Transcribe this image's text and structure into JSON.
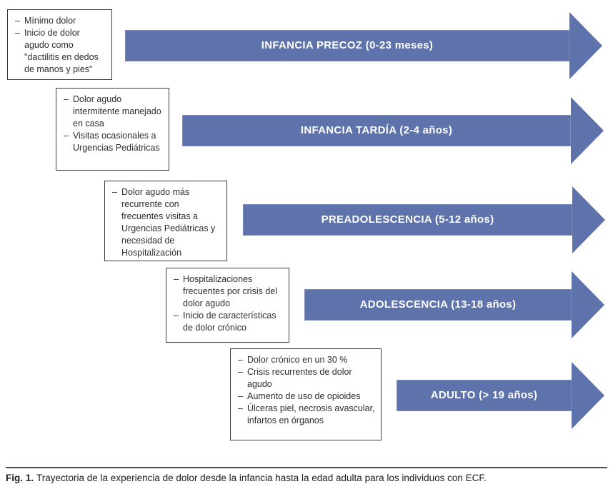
{
  "colors": {
    "arrow_fill": "#5e72ab",
    "arrow_text": "#ffffff",
    "box_border": "#3a3a3a",
    "box_text": "#2e2e2e",
    "rule_color": "#4d4d4d"
  },
  "stages": [
    {
      "id": "infancia-precoz",
      "label": "INFANCIA PRECOZ (0-23 meses)",
      "notes": [
        "Mínimo dolor",
        "Inicio de dolor agudo como \"dactilitis en dedos de manos y pies\""
      ]
    },
    {
      "id": "infancia-tardia",
      "label": "INFANCIA TARDÍA (2-4 años)",
      "notes": [
        "Dolor agudo intermitente manejado en casa",
        "Visitas ocasionales a Urgencias Pediátricas"
      ]
    },
    {
      "id": "preadolescencia",
      "label": "PREADOLESCENCIA (5-12 años)",
      "notes": [
        "Dolor agudo más recurrente con frecuentes visitas a Urgencias Pediátricas y necesidad de Hospitalización"
      ]
    },
    {
      "id": "adolescencia",
      "label": "ADOLESCENCIA (13-18 años)",
      "notes": [
        "Hospitalizaciones frecuentes por crisis del dolor agudo",
        "Inicio de características de dolor crónico"
      ]
    },
    {
      "id": "adulto",
      "label": "ADULTO (> 19 años)",
      "notes": [
        "Dolor crónico en un 30 %",
        "Crisis recurrentes de dolor agudo",
        "Aumento de uso de opioides",
        "Úlceras piel, necrosis avascular, infartos en órganos"
      ]
    }
  ],
  "figure": {
    "caption_label": "Fig. 1.",
    "caption_text": "Trayectoria de la experiencia de dolor desde la infancia hasta la edad adulta para los individuos con ECF."
  }
}
